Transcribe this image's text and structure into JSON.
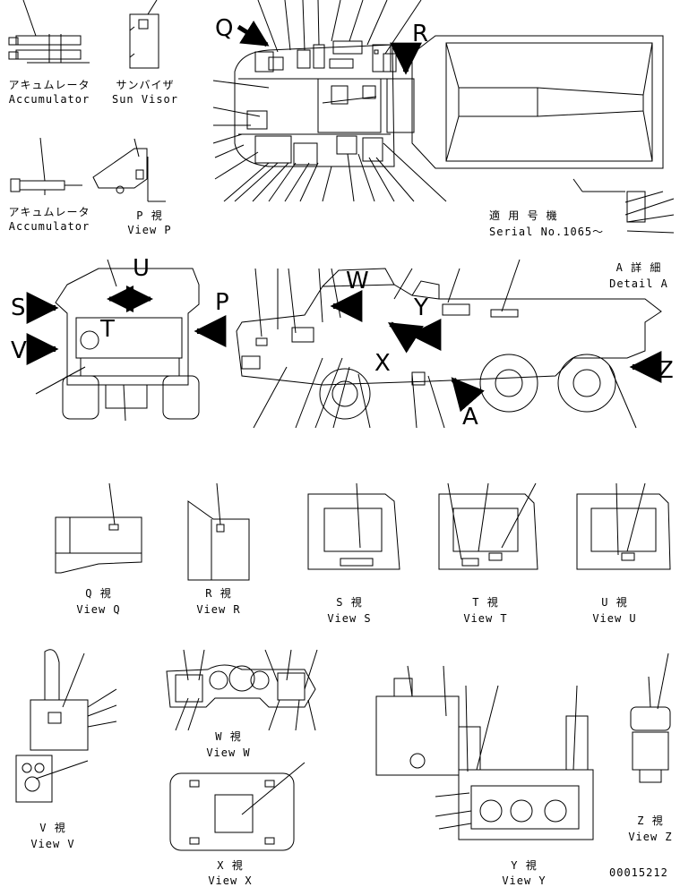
{
  "views": {
    "accumulator_1": {
      "jp": "アキュムレータ",
      "en": "Accumulator"
    },
    "sun_visor": {
      "jp": "サンバイザ",
      "en": "Sun Visor"
    },
    "accumulator_2": {
      "jp": "アキュムレータ",
      "en": "Accumulator"
    },
    "view_p": {
      "jp": "P 視",
      "en": "View P"
    },
    "serial": {
      "jp": "適 用 号 機",
      "en": "Serial No.1065～"
    },
    "detail_a": {
      "jp": "A 詳 細",
      "en": "Detail A"
    },
    "view_q": {
      "jp": "Q 視",
      "en": "View Q"
    },
    "view_r": {
      "jp": "R 視",
      "en": "View R"
    },
    "view_s": {
      "jp": "S 視",
      "en": "View S"
    },
    "view_t": {
      "jp": "T 視",
      "en": "View T"
    },
    "view_u": {
      "jp": "U 視",
      "en": "View U"
    },
    "view_v": {
      "jp": "V 視",
      "en": "View V"
    },
    "view_w": {
      "jp": "W 視",
      "en": "View W"
    },
    "view_x": {
      "jp": "X 視",
      "en": "View X"
    },
    "view_y": {
      "jp": "Y 視",
      "en": "View Y"
    },
    "view_z": {
      "jp": "Z 視",
      "en": "View Z"
    }
  },
  "markers": {
    "Q": "Q",
    "R": "R",
    "P": "P",
    "U": "U",
    "S": "S",
    "T": "T",
    "V": "V",
    "W": "W",
    "Y": "Y",
    "X": "X",
    "A": "A",
    "Z": "Z"
  },
  "drawing_number": "00015212"
}
